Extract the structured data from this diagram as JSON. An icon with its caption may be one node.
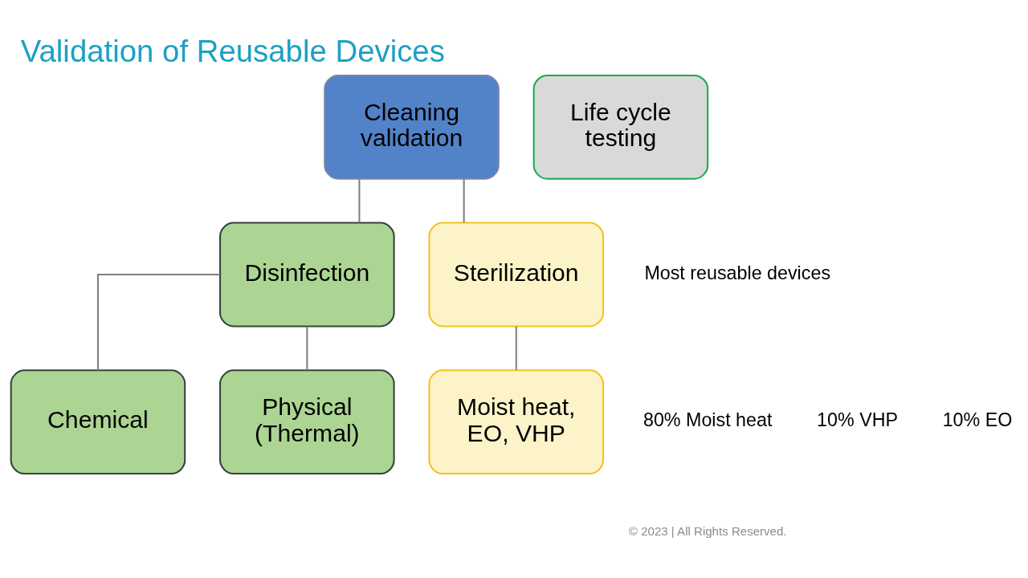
{
  "diagram": {
    "title": "Validation of Reusable Devices",
    "nodes": [
      {
        "text": [
          "Cleaning validation"
        ]
      },
      {
        "text": [
          "Life cycle testing"
        ]
      },
      {
        "text": [
          "Disinfection"
        ]
      },
      {
        "text": [
          "Sterilization"
        ]
      },
      {
        "text": [
          "Chemical"
        ]
      },
      {
        "text": [
          "Physical (Thermal)"
        ]
      },
      {
        "text": [
          "Moist heat, EO, VHP"
        ]
      }
    ],
    "edges": [
      {
        "from": 0,
        "to": 2,
        "arrow": "none"
      },
      {
        "from": 0,
        "to": 3,
        "arrow": "none"
      },
      {
        "from": 2,
        "to": 4,
        "arrow": "none"
      },
      {
        "from": 2,
        "to": 5,
        "arrow": "none"
      },
      {
        "from": 3,
        "to": 6,
        "arrow": "none"
      }
    ],
    "labels": [
      "Most reusable devices",
      "80% Moist heat",
      "10% VHP",
      "10% EO",
      "© 2023 | All Rights Reserved."
    ]
  }
}
